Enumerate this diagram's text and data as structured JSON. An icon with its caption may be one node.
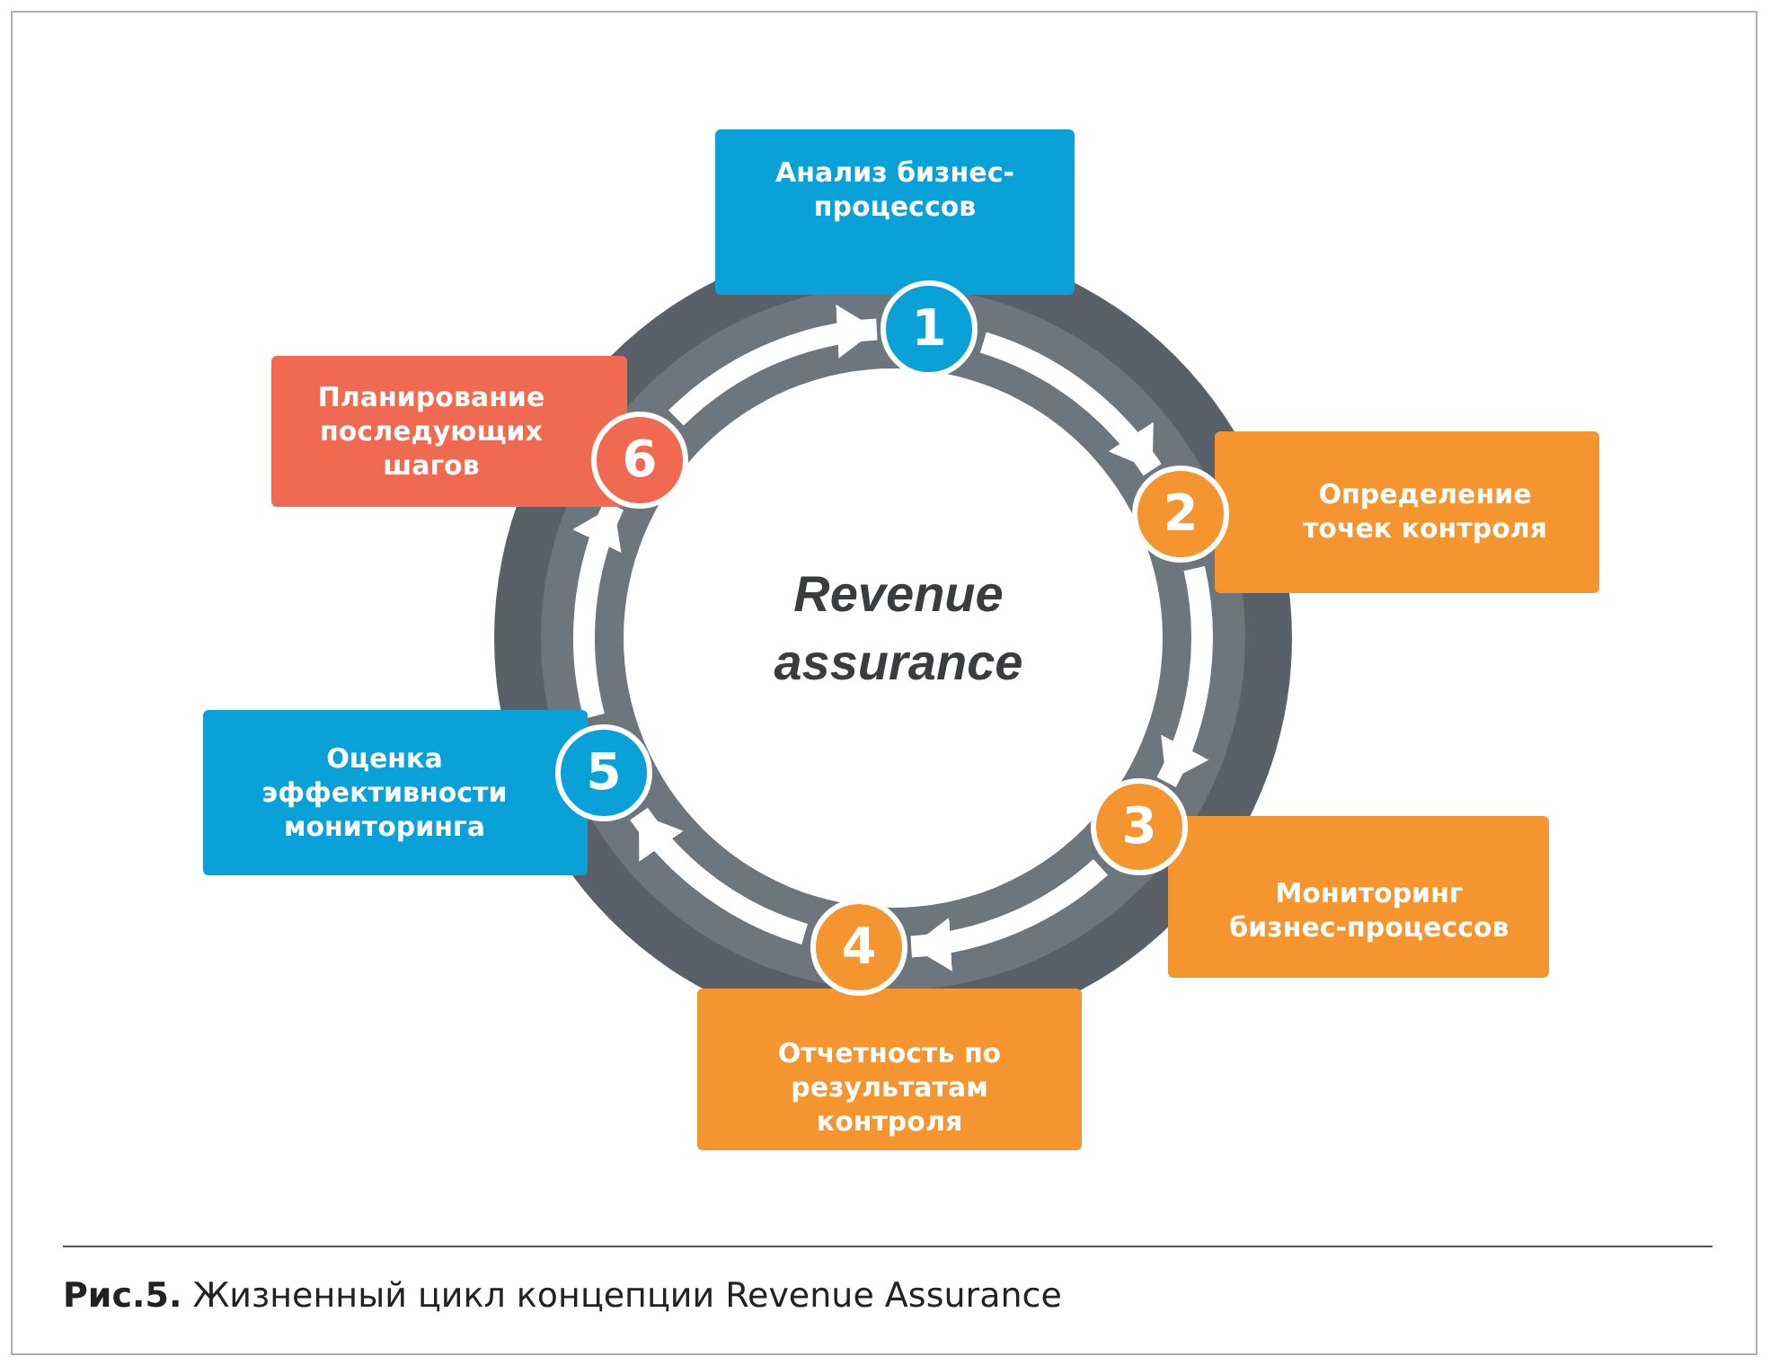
{
  "diagram": {
    "caption": "**Рис.5.** Жизненный цикл концепции Revenue Assurance",
    "nodes": [
      {
        "text": [
          "Анализ бизнес-процессов"
        ]
      },
      {
        "text": [
          "1"
        ]
      },
      {
        "text": [
          "Определение точек контроля"
        ]
      },
      {
        "text": [
          "2"
        ]
      },
      {
        "text": [
          "Мониторинг бизнес-процессов"
        ]
      },
      {
        "text": [
          "3"
        ]
      },
      {
        "text": [
          "Отчетность по результатам контроля"
        ]
      },
      {
        "text": [
          "4"
        ]
      },
      {
        "text": [
          "Оценка эффективности мониторинга"
        ]
      },
      {
        "text": [
          "5"
        ]
      },
      {
        "text": [
          "Планирование последующих шагов"
        ]
      },
      {
        "text": [
          "6"
        ]
      },
      {
        "text": [
          "Revenue assurance"
        ]
      }
    ],
    "edges": [
      {
        "from": 1,
        "to": 3,
        "arrow": "to"
      },
      {
        "from": 3,
        "to": 5,
        "arrow": "to"
      },
      {
        "from": 5,
        "to": 7,
        "arrow": "to"
      },
      {
        "from": 7,
        "to": 9,
        "arrow": "to"
      },
      {
        "from": 9,
        "to": 11,
        "arrow": "to"
      },
      {
        "from": 11,
        "to": 1,
        "arrow": "to"
      }
    ]
  }
}
